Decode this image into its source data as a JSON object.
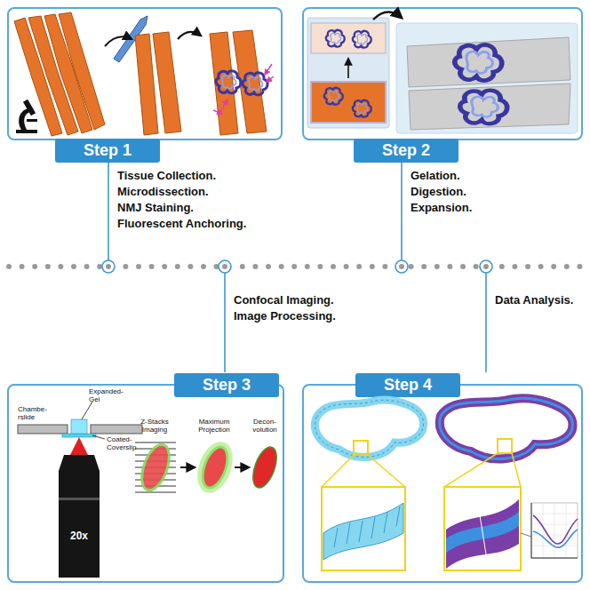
{
  "diagram": {
    "nodes": [
      {
        "text": [
          "Step 1"
        ]
      },
      {
        "text": [
          "Step 2"
        ]
      },
      {
        "text": [
          "Step 3"
        ]
      },
      {
        "text": [
          "Step 4"
        ]
      }
    ],
    "labels": [
      "Tissue Collection.",
      "Microdissection.",
      "NMJ Staining.",
      "Fluorescent Anchoring.",
      "Gelation.",
      "Digestion.",
      "Expansion.",
      "Confocal Imaging.",
      "Image Processing.",
      "Data Analysis.",
      "Expanded- Gel",
      "Chambe- rslide",
      "Coated- Coverslip",
      "20x",
      "Z-Stacks Imaging",
      "Maximum Projection",
      "Decon- volution"
    ]
  }
}
